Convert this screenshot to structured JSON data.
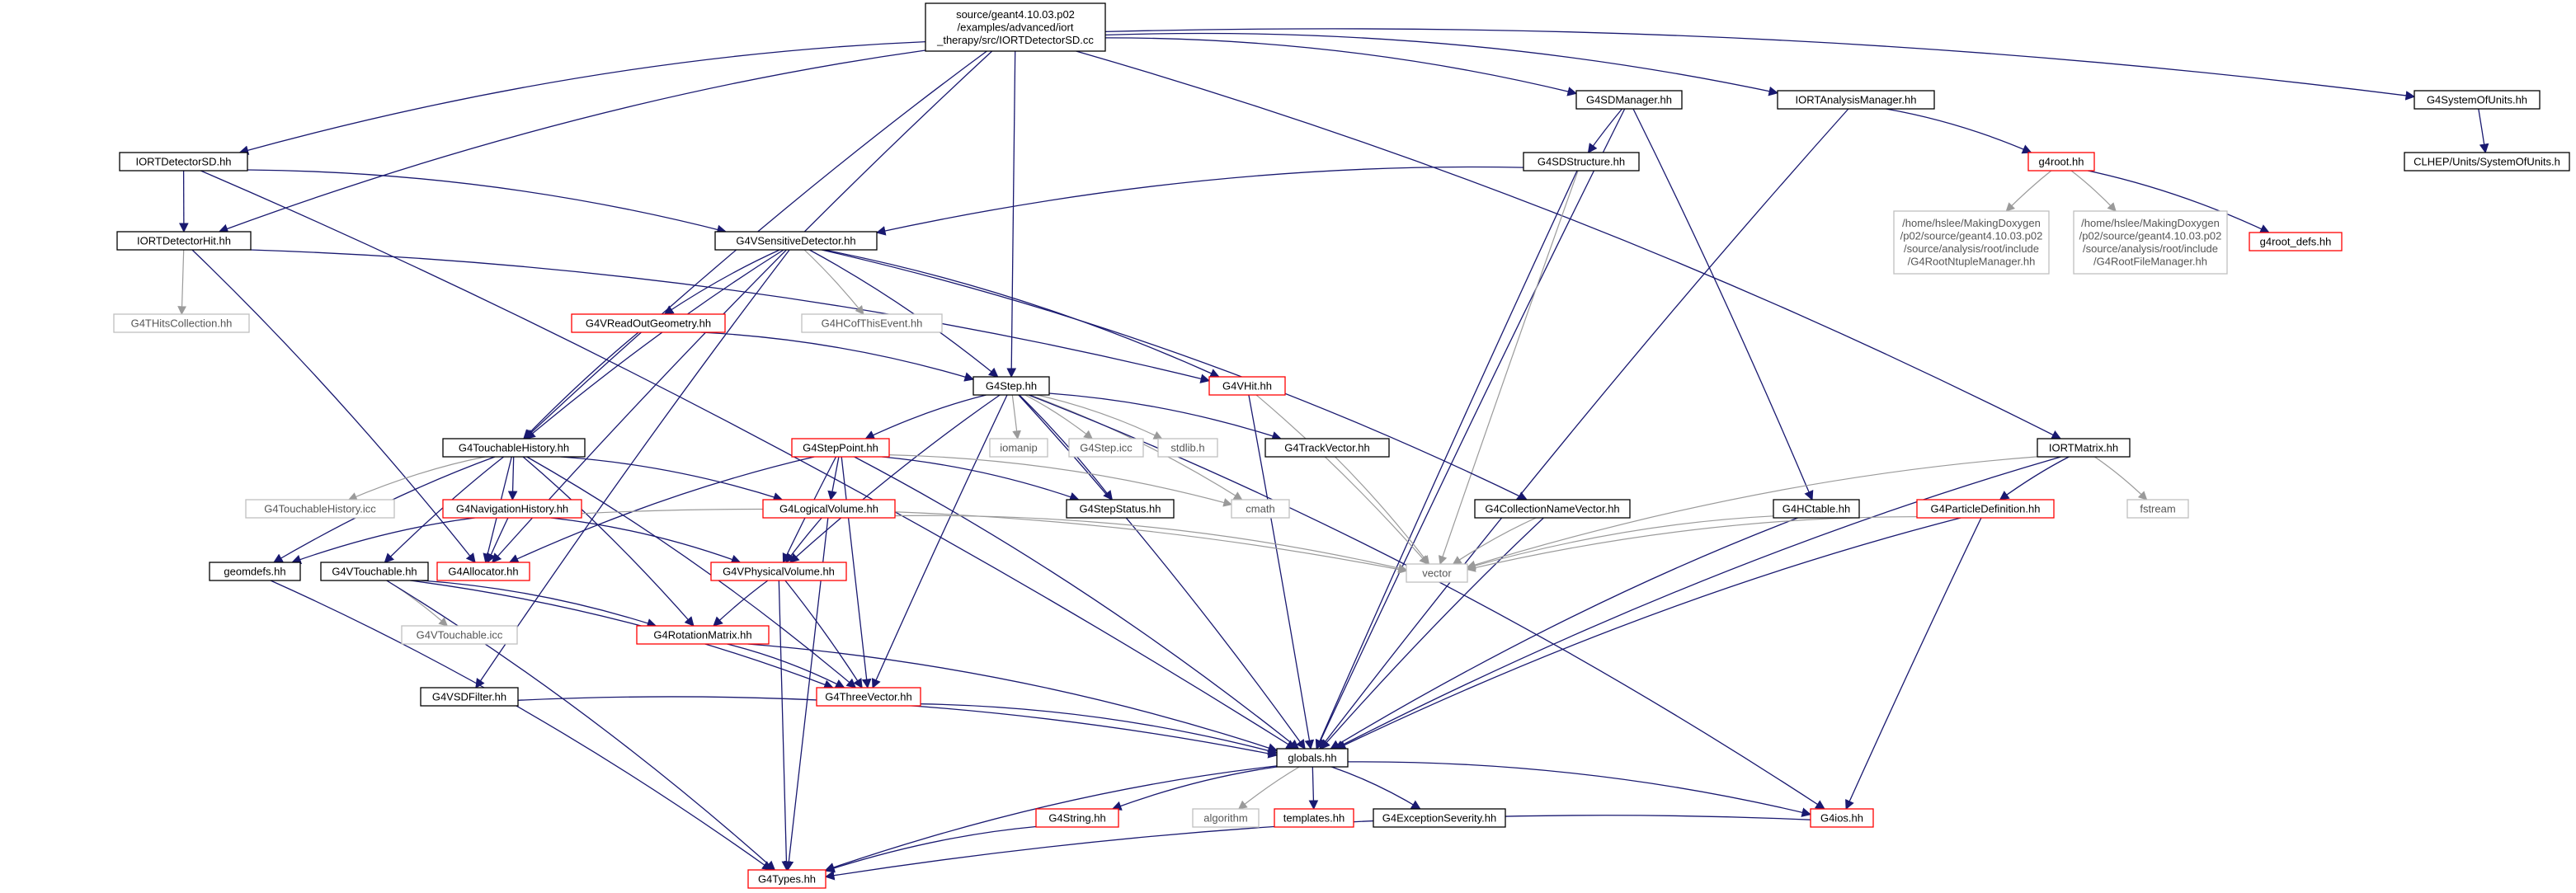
{
  "colors": {
    "edge": "#191970",
    "edge_external": "#9a9a9a",
    "box_default": "#000000",
    "box_incomplete": "#ff0000",
    "box_external": "#bfbfbf",
    "root_fill": "#bfbfbf",
    "text": "#000000"
  },
  "nodes": [
    {
      "id": "root",
      "lines": [
        "source/geant4.10.03.p02",
        "/examples/advanced/iort",
        "_therapy/src/IORTDetectorSD.cc"
      ],
      "style": "root"
    },
    {
      "id": "g4sdmanager",
      "lines": [
        "G4SDManager.hh"
      ],
      "style": "default"
    },
    {
      "id": "iortanalysis",
      "lines": [
        "IORTAnalysisManager.hh"
      ],
      "style": "default"
    },
    {
      "id": "g4sysunits",
      "lines": [
        "G4SystemOfUnits.hh"
      ],
      "style": "default"
    },
    {
      "id": "clhepunits",
      "lines": [
        "CLHEP/Units/SystemOfUnits.h"
      ],
      "style": "default"
    },
    {
      "id": "iortdetsd",
      "lines": [
        "IORTDetectorSD.hh"
      ],
      "style": "default"
    },
    {
      "id": "g4sdstructure",
      "lines": [
        "G4SDStructure.hh"
      ],
      "style": "default"
    },
    {
      "id": "g4root",
      "lines": [
        "g4root.hh"
      ],
      "style": "incomplete"
    },
    {
      "id": "rootntuple",
      "lines": [
        "/home/hslee/MakingDoxygen",
        "/p02/source/geant4.10.03.p02",
        "/source/analysis/root/include",
        "/G4RootNtupleManager.hh"
      ],
      "style": "external"
    },
    {
      "id": "rootfile",
      "lines": [
        "/home/hslee/MakingDoxygen",
        "/p02/source/geant4.10.03.p02",
        "/source/analysis/root/include",
        "/G4RootFileManager.hh"
      ],
      "style": "external"
    },
    {
      "id": "g4rootdefs",
      "lines": [
        "g4root_defs.hh"
      ],
      "style": "incomplete"
    },
    {
      "id": "iortdethit",
      "lines": [
        "IORTDetectorHit.hh"
      ],
      "style": "default"
    },
    {
      "id": "g4vsensdet",
      "lines": [
        "G4VSensitiveDetector.hh"
      ],
      "style": "default"
    },
    {
      "id": "g4thits",
      "lines": [
        "G4THitsCollection.hh"
      ],
      "style": "external"
    },
    {
      "id": "g4vreadout",
      "lines": [
        "G4VReadOutGeometry.hh"
      ],
      "style": "incomplete"
    },
    {
      "id": "g4hcofthis",
      "lines": [
        "G4HCofThisEvent.hh"
      ],
      "style": "external"
    },
    {
      "id": "g4step",
      "lines": [
        "G4Step.hh"
      ],
      "style": "default"
    },
    {
      "id": "g4vhit",
      "lines": [
        "G4VHit.hh"
      ],
      "style": "incomplete"
    },
    {
      "id": "g4touchhist",
      "lines": [
        "G4TouchableHistory.hh"
      ],
      "style": "default"
    },
    {
      "id": "g4steppoint",
      "lines": [
        "G4StepPoint.hh"
      ],
      "style": "incomplete"
    },
    {
      "id": "iomanip",
      "lines": [
        "iomanip"
      ],
      "style": "external"
    },
    {
      "id": "g4stepicc",
      "lines": [
        "G4Step.icc"
      ],
      "style": "external"
    },
    {
      "id": "stdlib",
      "lines": [
        "stdlib.h"
      ],
      "style": "external"
    },
    {
      "id": "g4trackvec",
      "lines": [
        "G4TrackVector.hh"
      ],
      "style": "default"
    },
    {
      "id": "iortmatrix",
      "lines": [
        "IORTMatrix.hh"
      ],
      "style": "default"
    },
    {
      "id": "g4touchhisticc",
      "lines": [
        "G4TouchableHistory.icc"
      ],
      "style": "external"
    },
    {
      "id": "g4navhist",
      "lines": [
        "G4NavigationHistory.hh"
      ],
      "style": "incomplete"
    },
    {
      "id": "g4logvol",
      "lines": [
        "G4LogicalVolume.hh"
      ],
      "style": "incomplete"
    },
    {
      "id": "g4stepstatus",
      "lines": [
        "G4StepStatus.hh"
      ],
      "style": "default"
    },
    {
      "id": "cmath",
      "lines": [
        "cmath"
      ],
      "style": "external"
    },
    {
      "id": "g4collname",
      "lines": [
        "G4CollectionNameVector.hh"
      ],
      "style": "default"
    },
    {
      "id": "g4hctable",
      "lines": [
        "G4HCtable.hh"
      ],
      "style": "default"
    },
    {
      "id": "g4partdef",
      "lines": [
        "G4ParticleDefinition.hh"
      ],
      "style": "incomplete"
    },
    {
      "id": "fstream",
      "lines": [
        "fstream"
      ],
      "style": "external"
    },
    {
      "id": "geomdefs",
      "lines": [
        "geomdefs.hh"
      ],
      "style": "default"
    },
    {
      "id": "g4vtouchable",
      "lines": [
        "G4VTouchable.hh"
      ],
      "style": "default"
    },
    {
      "id": "g4allocator",
      "lines": [
        "G4Allocator.hh"
      ],
      "style": "incomplete"
    },
    {
      "id": "g4vphysvol",
      "lines": [
        "G4VPhysicalVolume.hh"
      ],
      "style": "incomplete"
    },
    {
      "id": "vector",
      "lines": [
        "vector"
      ],
      "style": "external"
    },
    {
      "id": "g4vtouchicc",
      "lines": [
        "G4VTouchable.icc"
      ],
      "style": "external"
    },
    {
      "id": "g4rotmatrix",
      "lines": [
        "G4RotationMatrix.hh"
      ],
      "style": "incomplete"
    },
    {
      "id": "g4vsdfilter",
      "lines": [
        "G4VSDFilter.hh"
      ],
      "style": "default"
    },
    {
      "id": "g4threevec",
      "lines": [
        "G4ThreeVector.hh"
      ],
      "style": "incomplete"
    },
    {
      "id": "globals",
      "lines": [
        "globals.hh"
      ],
      "style": "default"
    },
    {
      "id": "g4string",
      "lines": [
        "G4String.hh"
      ],
      "style": "incomplete"
    },
    {
      "id": "algorithm",
      "lines": [
        "algorithm"
      ],
      "style": "external"
    },
    {
      "id": "templates",
      "lines": [
        "templates.hh"
      ],
      "style": "incomplete"
    },
    {
      "id": "g4exception",
      "lines": [
        "G4ExceptionSeverity.hh"
      ],
      "style": "default"
    },
    {
      "id": "g4ios",
      "lines": [
        "G4ios.hh"
      ],
      "style": "incomplete"
    },
    {
      "id": "g4types",
      "lines": [
        "G4Types.hh"
      ],
      "style": "incomplete"
    }
  ],
  "edges": [
    [
      "root",
      "iortdetsd"
    ],
    [
      "root",
      "iortdethit"
    ],
    [
      "root",
      "g4touchhist"
    ],
    [
      "root",
      "g4allocator"
    ],
    [
      "root",
      "g4step"
    ],
    [
      "root",
      "g4sdmanager"
    ],
    [
      "root",
      "iortanalysis"
    ],
    [
      "root",
      "g4sysunits"
    ],
    [
      "root",
      "iortmatrix"
    ],
    [
      "iortdetsd",
      "iortdethit"
    ],
    [
      "iortdetsd",
      "g4vsensdet"
    ],
    [
      "iortdetsd",
      "globals"
    ],
    [
      "iortdethit",
      "g4thits"
    ],
    [
      "iortdethit",
      "g4allocator"
    ],
    [
      "iortdethit",
      "g4vhit"
    ],
    [
      "g4sdmanager",
      "g4sdstructure"
    ],
    [
      "g4sdmanager",
      "g4hctable"
    ],
    [
      "g4sdmanager",
      "globals"
    ],
    [
      "g4sdstructure",
      "g4vsensdet"
    ],
    [
      "g4sdstructure",
      "vector"
    ],
    [
      "g4sdstructure",
      "globals"
    ],
    [
      "iortanalysis",
      "g4root"
    ],
    [
      "iortanalysis",
      "globals"
    ],
    [
      "g4root",
      "rootntuple"
    ],
    [
      "g4root",
      "rootfile"
    ],
    [
      "g4root",
      "g4rootdefs"
    ],
    [
      "g4sysunits",
      "clhepunits"
    ],
    [
      "g4vsensdet",
      "g4vreadout"
    ],
    [
      "g4vsensdet",
      "g4hcofthis"
    ],
    [
      "g4vsensdet",
      "g4step"
    ],
    [
      "g4vsensdet",
      "g4vhit"
    ],
    [
      "g4vsensdet",
      "g4touchhist"
    ],
    [
      "g4vsensdet",
      "g4collname"
    ],
    [
      "g4vsensdet",
      "g4vsdfilter"
    ],
    [
      "g4vreadout",
      "g4step"
    ],
    [
      "g4vreadout",
      "g4touchhist"
    ],
    [
      "g4vhit",
      "globals"
    ],
    [
      "g4vhit",
      "vector"
    ],
    [
      "g4step",
      "g4steppoint"
    ],
    [
      "g4step",
      "iomanip"
    ],
    [
      "g4step",
      "g4stepicc"
    ],
    [
      "g4step",
      "stdlib"
    ],
    [
      "g4step",
      "g4trackvec"
    ],
    [
      "g4step",
      "cmath"
    ],
    [
      "g4step",
      "g4stepstatus"
    ],
    [
      "g4step",
      "g4threevec"
    ],
    [
      "g4step",
      "g4vphysvol"
    ],
    [
      "g4step",
      "globals"
    ],
    [
      "g4step",
      "g4ios"
    ],
    [
      "g4steppoint",
      "g4logvol"
    ],
    [
      "g4steppoint",
      "g4stepstatus"
    ],
    [
      "g4steppoint",
      "g4allocator"
    ],
    [
      "g4steppoint",
      "g4vphysvol"
    ],
    [
      "g4steppoint",
      "g4threevec"
    ],
    [
      "g4steppoint",
      "globals"
    ],
    [
      "g4steppoint",
      "cmath"
    ],
    [
      "g4trackvec",
      "vector"
    ],
    [
      "g4touchhist",
      "g4touchhisticc"
    ],
    [
      "g4touchhist",
      "g4navhist"
    ],
    [
      "g4touchhist",
      "g4logvol"
    ],
    [
      "g4touchhist",
      "g4vtouchable"
    ],
    [
      "g4touchhist",
      "g4allocator"
    ],
    [
      "g4touchhist",
      "geomdefs"
    ],
    [
      "g4touchhist",
      "g4rotmatrix"
    ],
    [
      "g4touchhist",
      "g4threevec"
    ],
    [
      "g4navhist",
      "g4allocator"
    ],
    [
      "g4navhist",
      "g4vphysvol"
    ],
    [
      "g4navhist",
      "geomdefs"
    ],
    [
      "g4navhist",
      "vector"
    ],
    [
      "g4logvol",
      "g4vphysvol"
    ],
    [
      "g4logvol",
      "vector"
    ],
    [
      "g4logvol",
      "g4types"
    ],
    [
      "g4vphysvol",
      "g4rotmatrix"
    ],
    [
      "g4vphysvol",
      "g4threevec"
    ],
    [
      "g4vphysvol",
      "g4types"
    ],
    [
      "g4vtouchable",
      "g4vtouchicc"
    ],
    [
      "g4vtouchable",
      "g4rotmatrix"
    ],
    [
      "g4vtouchable",
      "g4threevec"
    ],
    [
      "g4vtouchable",
      "g4types"
    ],
    [
      "g4rotmatrix",
      "g4threevec"
    ],
    [
      "g4rotmatrix",
      "globals"
    ],
    [
      "g4threevec",
      "globals"
    ],
    [
      "geomdefs",
      "g4types"
    ],
    [
      "g4vsdfilter",
      "globals"
    ],
    [
      "g4collname",
      "vector"
    ],
    [
      "g4collname",
      "globals"
    ],
    [
      "g4hctable",
      "vector"
    ],
    [
      "g4hctable",
      "globals"
    ],
    [
      "iortmatrix",
      "fstream"
    ],
    [
      "iortmatrix",
      "g4partdef"
    ],
    [
      "iortmatrix",
      "vector"
    ],
    [
      "iortmatrix",
      "globals"
    ],
    [
      "g4partdef",
      "vector"
    ],
    [
      "g4partdef",
      "globals"
    ],
    [
      "g4partdef",
      "g4ios"
    ],
    [
      "globals",
      "g4string"
    ],
    [
      "globals",
      "algorithm"
    ],
    [
      "globals",
      "templates"
    ],
    [
      "globals",
      "g4exception"
    ],
    [
      "globals",
      "g4ios"
    ],
    [
      "globals",
      "g4types"
    ],
    [
      "g4string",
      "g4types"
    ],
    [
      "g4ios",
      "g4types"
    ]
  ]
}
